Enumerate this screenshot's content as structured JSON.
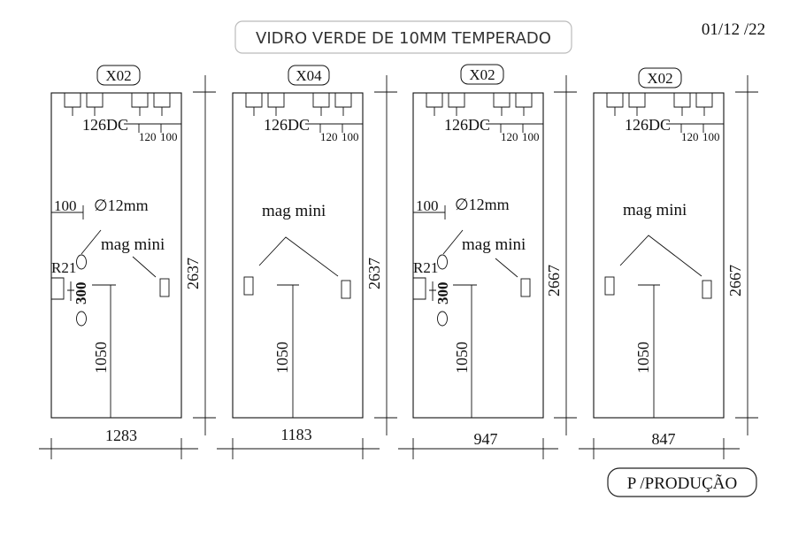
{
  "title": "VIDRO VERDE DE 10MM TEMPERADO",
  "date": "01/12 /22",
  "footer_label": "P /PRODUÇÃO",
  "panels": [
    {
      "tag": "X02",
      "top_label": "126DC",
      "dim_left": "120",
      "dim_right": "100",
      "height": "2637",
      "width": "1283",
      "handle_height": "1050",
      "hole_offset": "100",
      "hole_diameter": "∅12mm",
      "hole_spacing": "300",
      "radius": "R21",
      "mag_label": "mag mini"
    },
    {
      "tag": "X04",
      "top_label": "126DC",
      "dim_left": "120",
      "dim_right": "100",
      "height": "2637",
      "width": "1183",
      "handle_height": "1050",
      "mag_label": "mag mini"
    },
    {
      "tag": "X02",
      "top_label": "126DC",
      "dim_left": "120",
      "dim_right": "100",
      "height": "2667",
      "width": "947",
      "handle_height": "1050",
      "hole_offset": "100",
      "hole_diameter": "∅12mm",
      "hole_spacing": "300",
      "radius": "R21",
      "mag_label": "mag mini"
    },
    {
      "tag": "X02",
      "top_label": "126DC",
      "dim_left": "120",
      "dim_right": "100",
      "height": "2667",
      "width": "847",
      "handle_height": "1050",
      "mag_label": "mag mini"
    }
  ]
}
